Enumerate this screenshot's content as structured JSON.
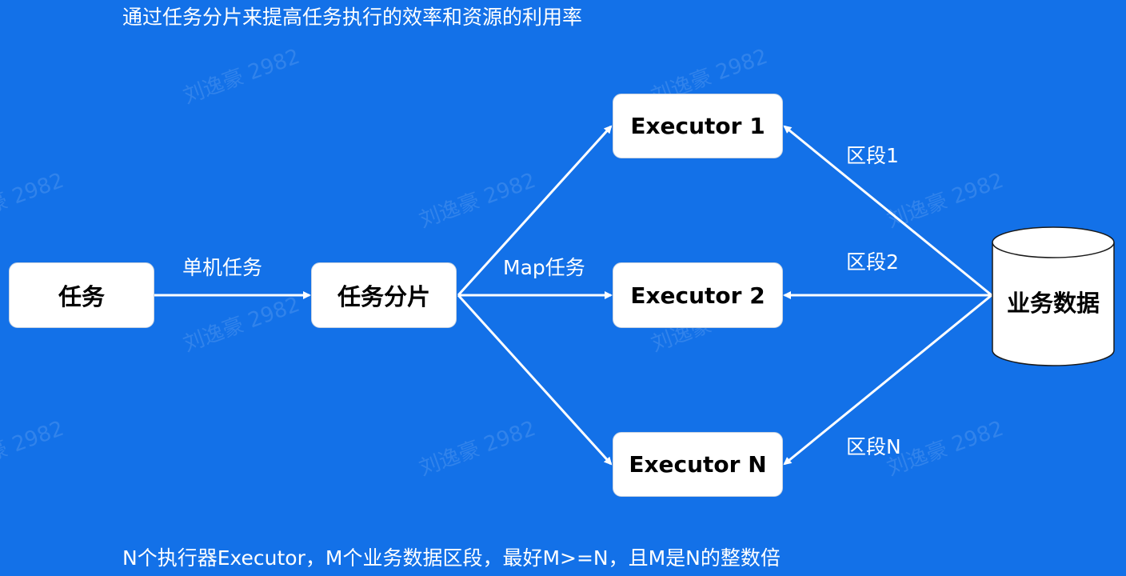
{
  "top_caption": "通过任务分片来提高任务执行的效率和资源的利用率",
  "bottom_caption": "N个执行器Executor，M个业务数据区段，最好M>=N，且M是N的整数倍",
  "nodes": {
    "task": "任务",
    "shard": "任务分片",
    "executor_1": "Executor 1",
    "executor_2": "Executor 2",
    "executor_n": "Executor N",
    "database": "业务数据"
  },
  "edge_labels": {
    "single_machine": "单机任务",
    "map_task": "Map任务",
    "segment_1": "区段1",
    "segment_2": "区段2",
    "segment_n": "区段N"
  },
  "watermark": "刘逸豪 2982",
  "colors": {
    "background": "#1371e8",
    "node_fill": "#ffffff",
    "arrow": "#ffffff"
  }
}
